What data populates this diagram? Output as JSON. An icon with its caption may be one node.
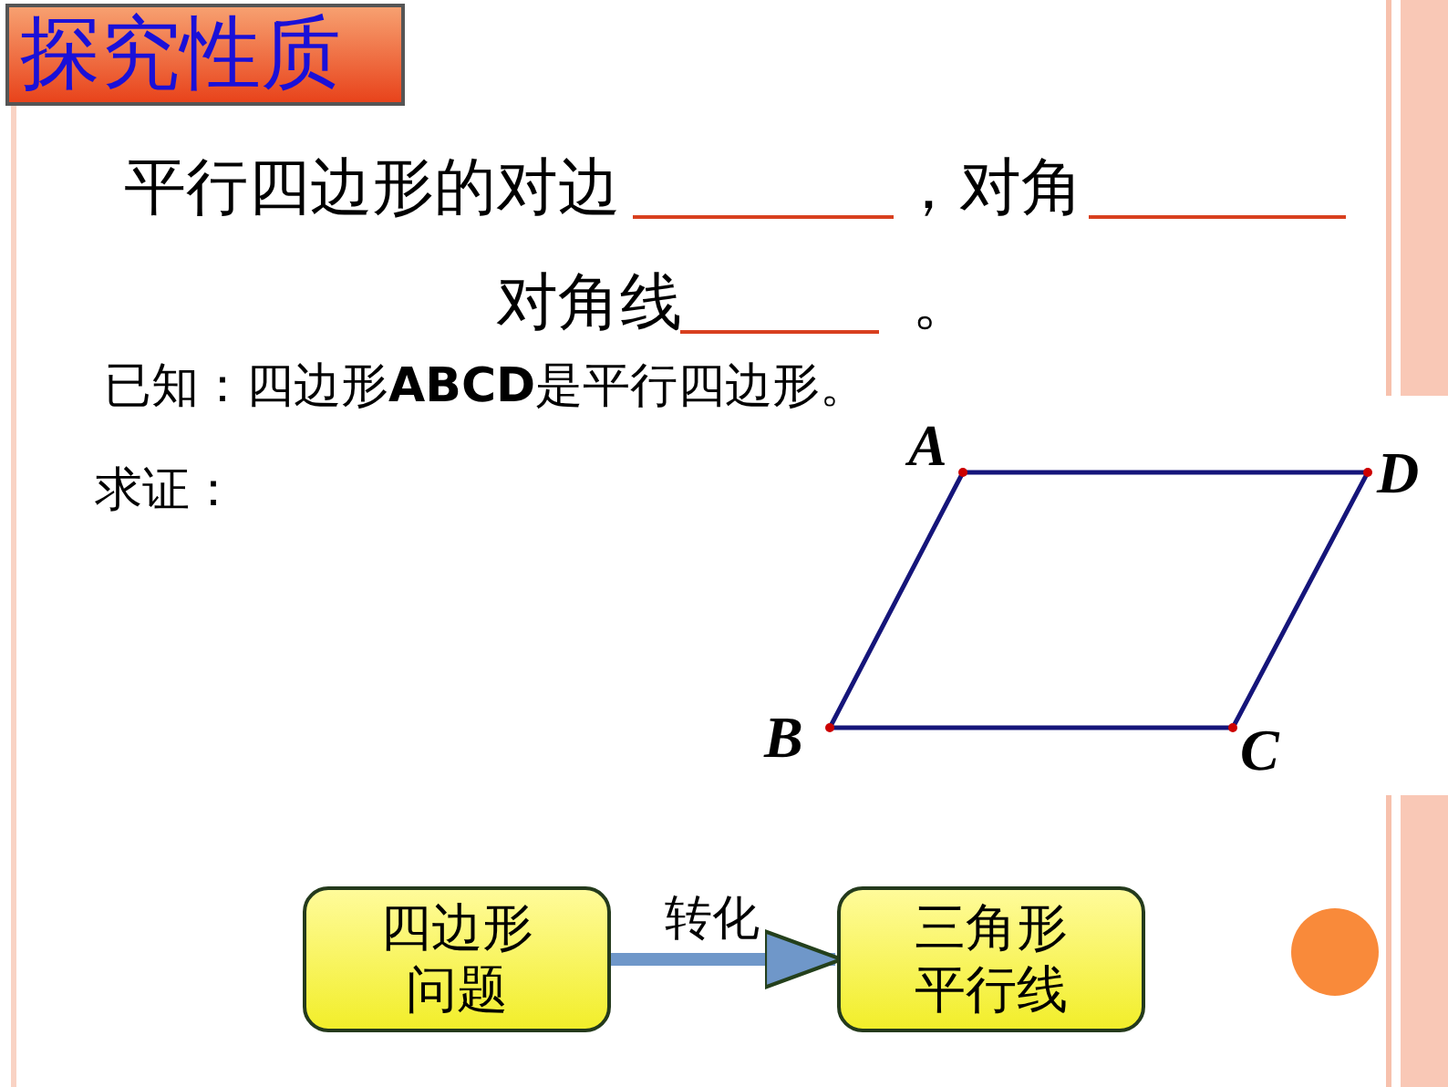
{
  "diagram": {
    "title": "探究性质",
    "nodes": [
      {
        "text": [
          "四边形问题"
        ]
      },
      {
        "text": [
          "三角形平行线"
        ]
      }
    ],
    "edges": [
      {
        "from": 0,
        "to": 1,
        "arrow": "to",
        "label": "转化"
      }
    ],
    "labels": [
      "平行四边形的对边",
      "，对角",
      "对角线",
      "。",
      "已知：四边形**ABCD**是平行四边形。",
      "求证：",
      "A",
      "D",
      "B",
      "C"
    ]
  }
}
